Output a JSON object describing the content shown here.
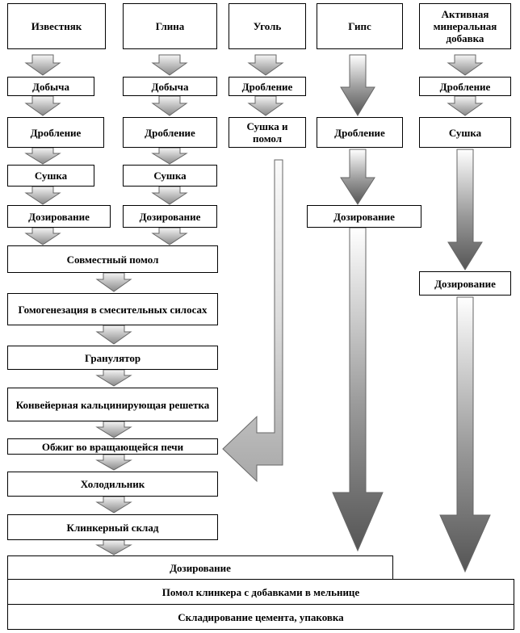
{
  "sources": {
    "limestone": "Известняк",
    "clay": "Глина",
    "coal": "Уголь",
    "gypsum": "Гипс",
    "additive": "Активная минеральная добавка"
  },
  "limestone_steps": [
    "Добыча",
    "Дробление",
    "Сушка",
    "Дозирование"
  ],
  "clay_steps": [
    "Добыча",
    "Дробление",
    "Сушка",
    "Дозирование"
  ],
  "coal_steps": [
    "Дробление",
    "Сушка и помол"
  ],
  "gypsum_steps": [
    "Дробление",
    "Дозирование"
  ],
  "additive_steps": [
    "Дробление",
    "Сушка",
    "Дозирование"
  ],
  "main_steps": [
    "Совместный помол",
    "Гомогенезация в смесительных силосах",
    "Гранулятор",
    "Конвейерная кальцинирующая решетка",
    "Обжиг во вращающейся печи",
    "Холодильник",
    "Клинкерный склад"
  ],
  "final_steps": [
    "Дозирование",
    "Помол клинкера с добавками в мельнице",
    "Складирование цемента, упаковка"
  ]
}
